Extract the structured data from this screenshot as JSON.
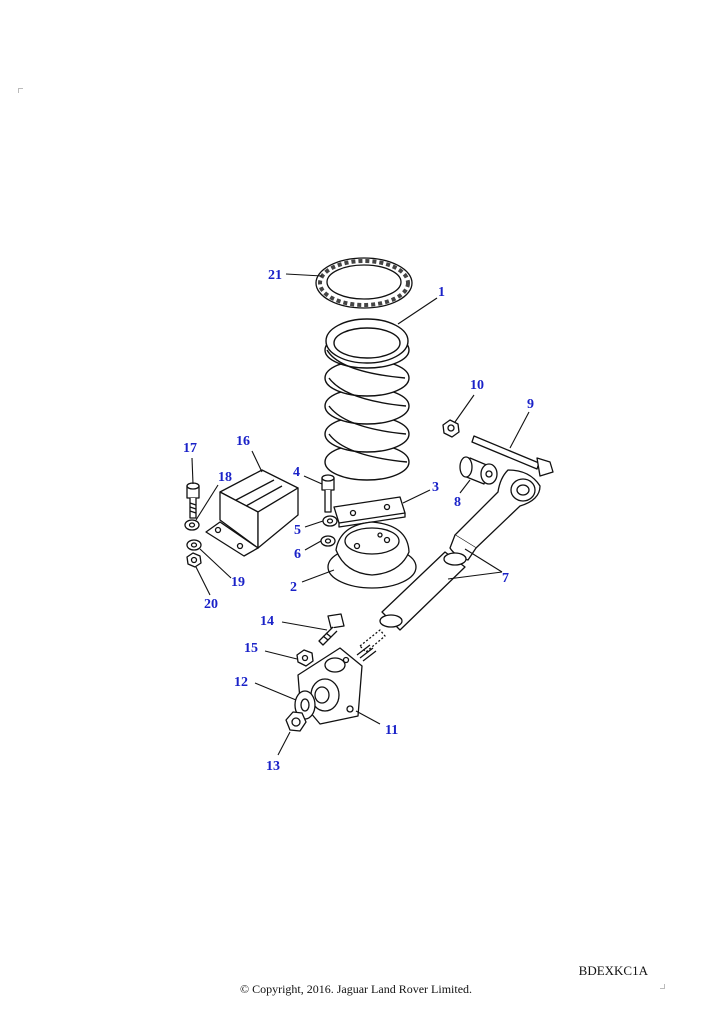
{
  "callouts": [
    "1",
    "2",
    "3",
    "4",
    "5",
    "6",
    "7",
    "8",
    "9",
    "10",
    "11",
    "12",
    "13",
    "14",
    "15",
    "16",
    "17",
    "18",
    "19",
    "20",
    "21"
  ],
  "drawing_code": "BDEXKC1A",
  "copyright": "© Copyright, 2016. Jaguar Land Rover Limited."
}
